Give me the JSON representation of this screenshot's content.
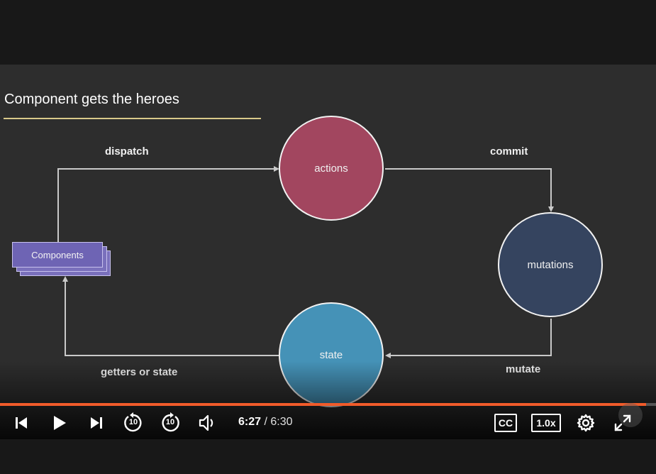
{
  "slide": {
    "title": "Component gets the heroes",
    "nodes": {
      "actions": "actions",
      "mutations": "mutations",
      "state": "state",
      "components": "Components"
    },
    "edge_labels": {
      "dispatch": "dispatch",
      "commit": "commit",
      "mutate": "mutate",
      "getters": "getters or state"
    }
  },
  "player": {
    "current_time": "6:27",
    "separator": "/",
    "duration": "6:30",
    "progress": 0.985,
    "captions_label": "CC",
    "speed_label": "1.0x",
    "skip_back_label": "10",
    "skip_forward_label": "10"
  },
  "colors": {
    "accent": "#f15b2a",
    "actions": "#a2465f",
    "mutations": "#35445f",
    "state": "#4592b7",
    "components": "#6e64b4",
    "underline": "#d8c88a"
  },
  "icons": [
    "previous-icon",
    "play-icon",
    "next-icon",
    "rewind-10-icon",
    "forward-10-icon",
    "volume-icon",
    "settings-icon",
    "fullscreen-icon"
  ]
}
